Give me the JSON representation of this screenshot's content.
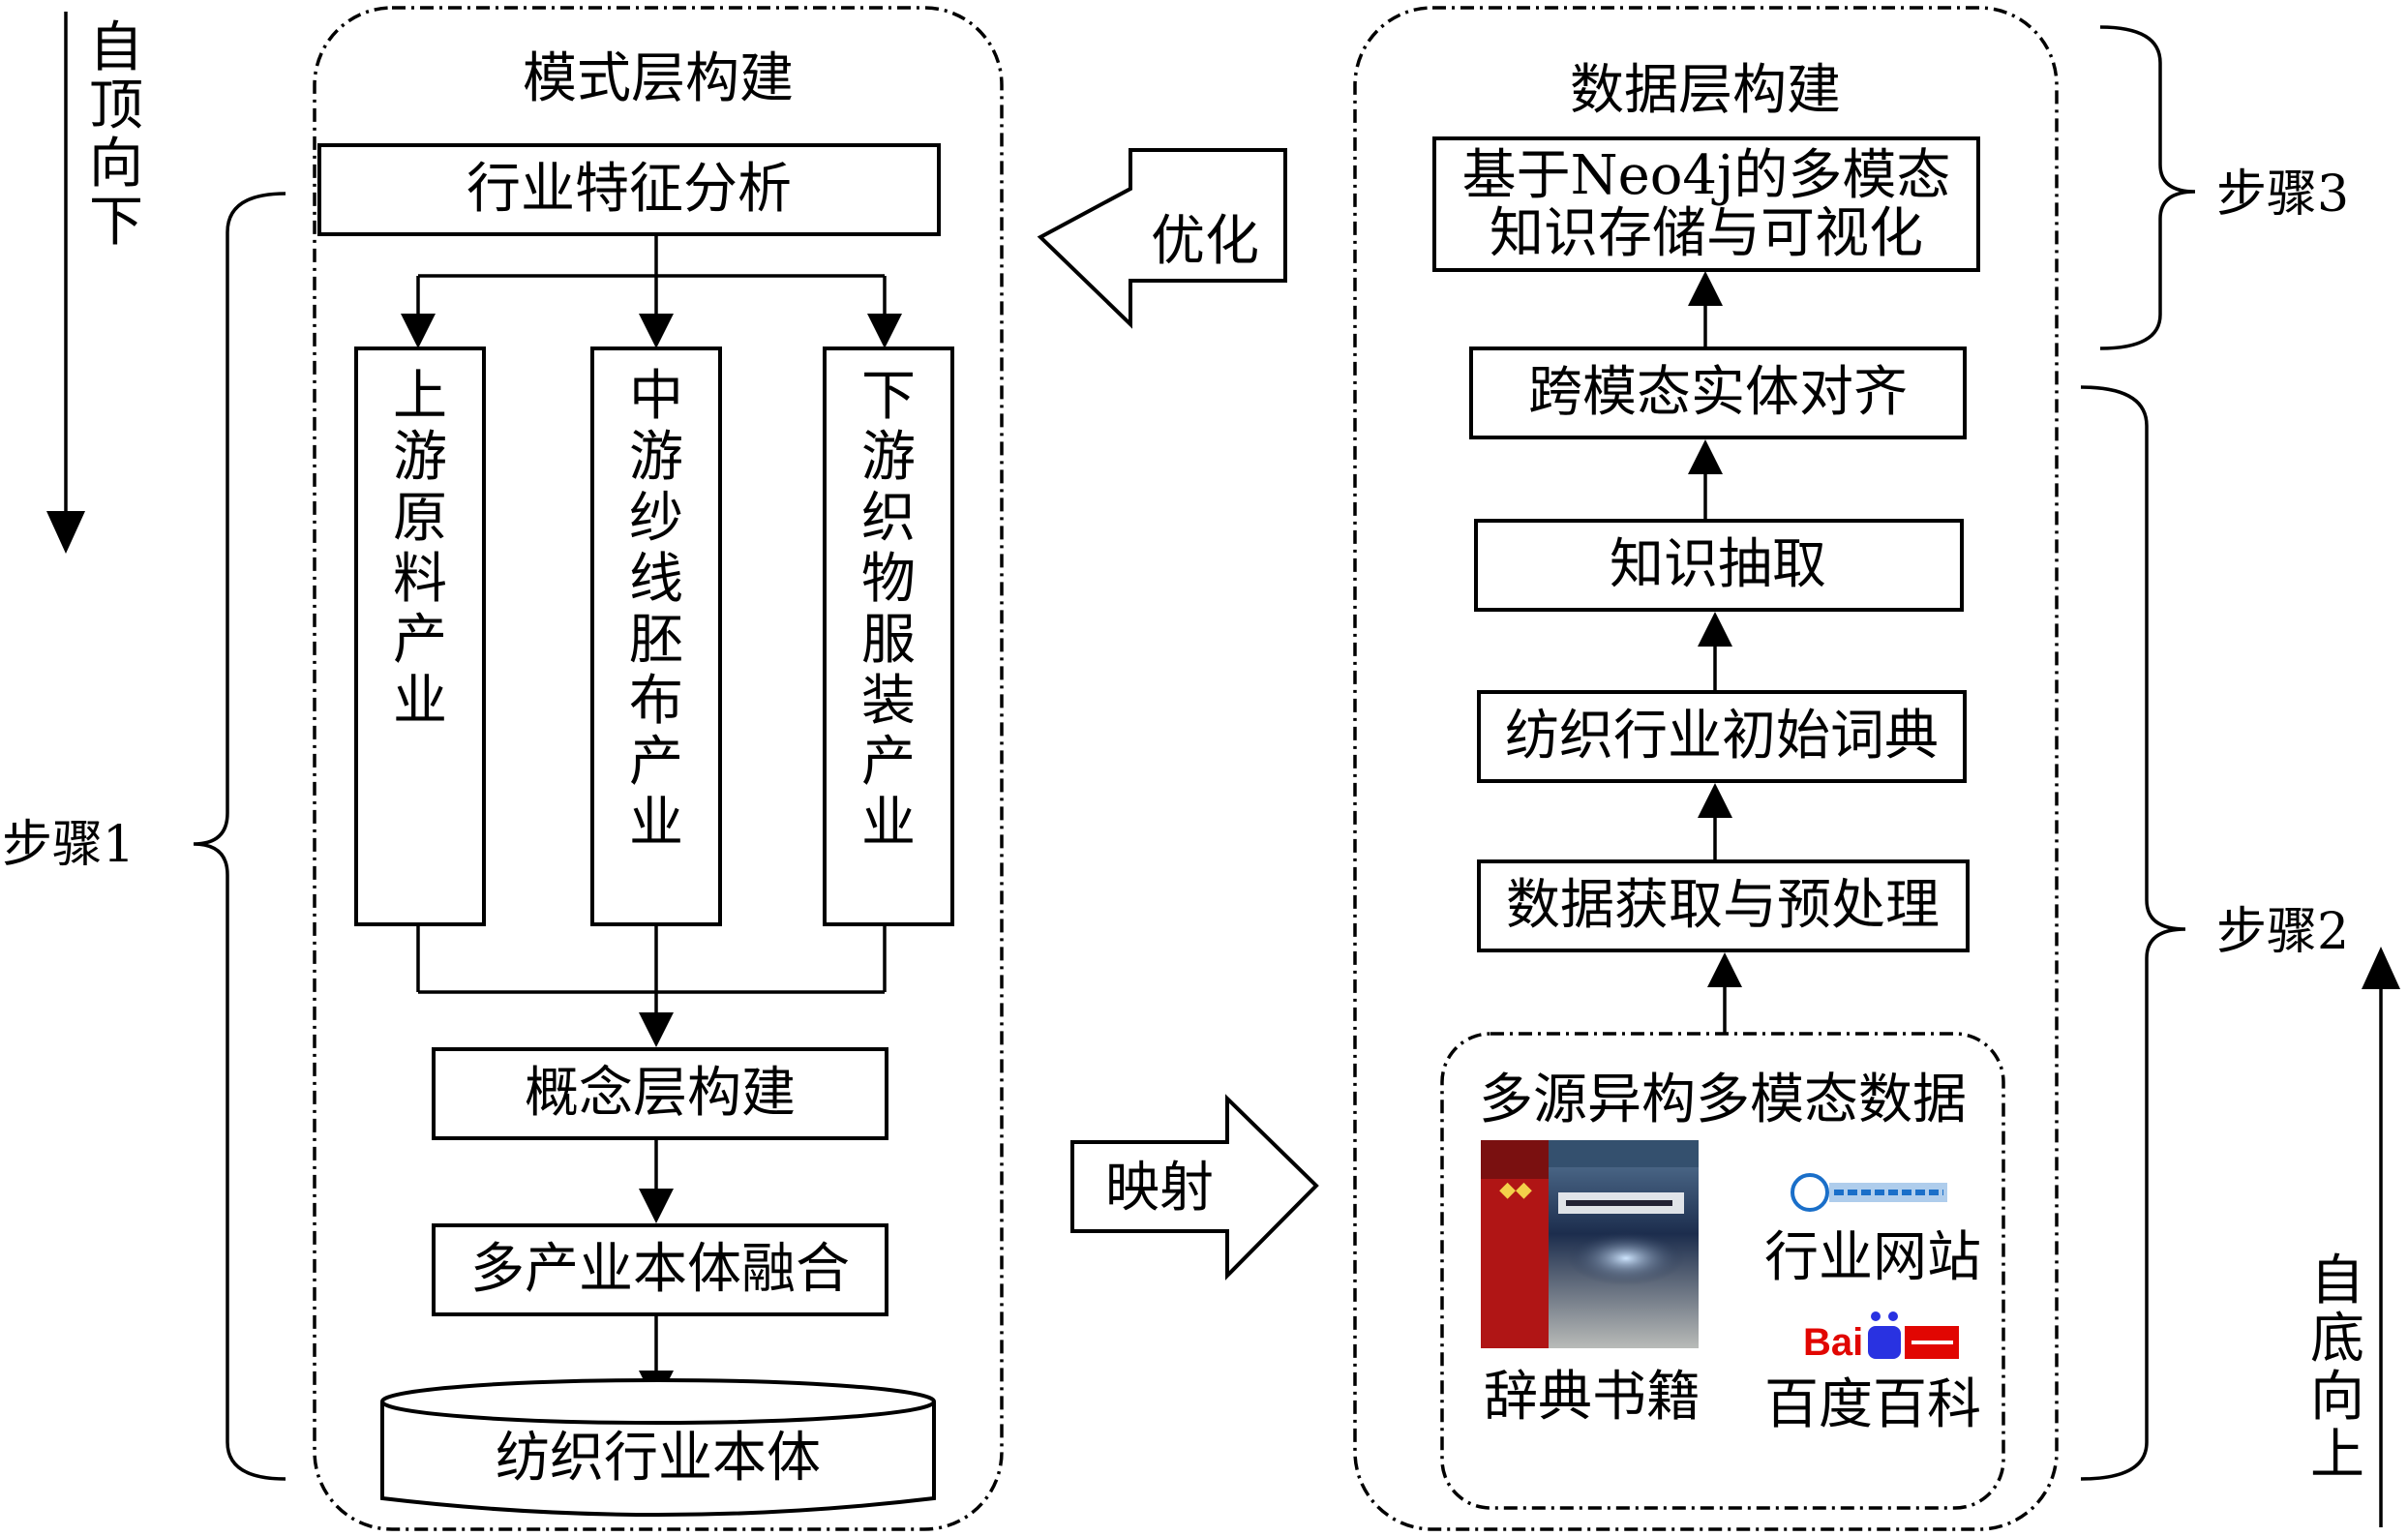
{
  "left_arrow": {
    "chars": [
      "自",
      "顶",
      "向",
      "下"
    ]
  },
  "right_arrow": {
    "chars": [
      "自",
      "底",
      "向",
      "上"
    ]
  },
  "steps": {
    "step1": "步骤1",
    "step2": "步骤2",
    "step3": "步骤3"
  },
  "schema": {
    "title": "模式层构建",
    "analysis": "行业特征分析",
    "upstream": [
      "上",
      "游",
      "原",
      "料",
      "产",
      "业"
    ],
    "midstream": [
      "中",
      "游",
      "纱",
      "线",
      "胚",
      "布",
      "产",
      "业"
    ],
    "downstream": [
      "下",
      "游",
      "织",
      "物",
      "服",
      "装",
      "产",
      "业"
    ],
    "concept": "概念层构建",
    "fusion": "多产业本体融合",
    "ontology": "纺织行业本体"
  },
  "data": {
    "title": "数据层构建",
    "storage_line1": "基于Neo4j的多模态",
    "storage_line2": "知识存储与可视化",
    "align": "跨模态实体对齐",
    "extract": "知识抽取",
    "dict": "纺织行业初始词典",
    "acquire": "数据获取与预处理",
    "sources": {
      "title": "多源异构多模态数据",
      "books": "辞典书籍",
      "website": "行业网站",
      "baike": "百度百科"
    }
  },
  "optimize": "优化",
  "mapping": "映射",
  "colors": {
    "stroke": "#000000",
    "background": "#ffffff"
  }
}
